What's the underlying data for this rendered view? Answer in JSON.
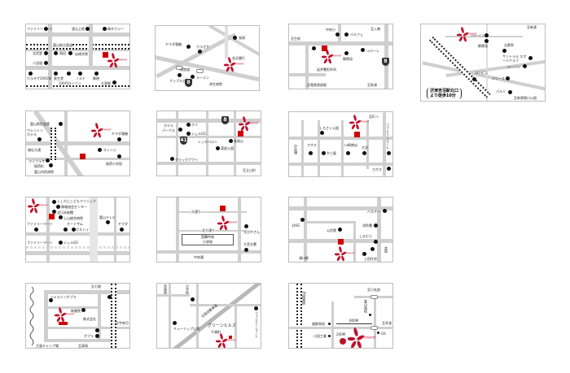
{
  "logo_text": "Sweet",
  "colors": {
    "accent": "#c0102a",
    "road": "#cfcfcf",
    "marker": "#d00000"
  },
  "maps": [
    {
      "labels": [
        "ファミリーマート",
        "酒元土地",
        "梅タクシー",
        "富山地方鉄道",
        "北西堂",
        "高田",
        "仙崎学院",
        "八田道",
        "カラオケ2001年",
        "鉄生堂",
        "100円ローソン",
        "ノルド",
        "郵便",
        "大泉駅"
      ]
    },
    {
      "labels": [
        "ヤマダ電機",
        "カラオケ",
        "北陸道",
        "金沢銀行",
        "アップルヒル",
        "ラーメン",
        "済生病院",
        "長岡"
      ],
      "shield": "8"
    },
    {
      "labels": [
        "中央小",
        "パルフェ",
        "至入善",
        "至生地",
        "郵便局",
        "コラーレ",
        "岩井整形外科",
        "至電鉄黒部駅",
        "至魚津"
      ],
      "shield": "8"
    },
    {
      "labels": [
        "ローソン",
        "郵便局",
        "吉野家",
        "サントラル スポーツクラブ",
        "ローソン",
        "デニーズ",
        "コンビニ",
        "パルミ",
        "至新湊",
        "至新港東口公園"
      ],
      "note": [
        "沢津吉沼駅北口",
        "より徒歩10分"
      ]
    },
    {
      "labels": [
        "富山県民会館",
        "ワシントンホテル",
        "城址大通",
        "ヤマダ電機",
        "オレンジ",
        "稲荷小学校",
        "マイプラザ",
        "稲荷町",
        "富山市民病院"
      ]
    },
    {
      "labels": [
        "ホテル",
        "パークス",
        "ホリ",
        "シェルGS",
        "レッドバロン",
        "長岡山",
        "東部公園",
        "グラッグナワイ",
        "至立山町"
      ],
      "shields": [
        "8",
        "41"
      ]
    },
    {
      "labels": [
        "しろさく公園",
        "中央通",
        "アオキ",
        "かじ屋",
        "川崎商店",
        "大沢",
        "ファミリーマート",
        "カボス",
        "至ICへ"
      ]
    },
    {
      "labels": [
        "くしたにこどもクリニック",
        "情報協会センター",
        "北日本新聞",
        "上山総合病院",
        "ファミリーマート",
        "オートザム",
        "ガストゥ",
        "シェルGS",
        "ファミリーマート",
        "富山テレビ",
        "ヤマダ"
      ]
    },
    {
      "labels": [
        "大通り",
        "えびやさん",
        "北大通り",
        "西陣中央",
        "小学校",
        "大宮交番",
        "中央通"
      ]
    },
    {
      "labels": [
        "バスチー",
        "JASS",
        "公民館",
        "消防署",
        "しまむら",
        "上田住宅",
        "本屋",
        "浦川駅"
      ]
    },
    {
      "labels": [
        "至七尾",
        "ジャスミンポプラ",
        "新善院",
        "株式会社",
        "ポプラ",
        "大島キャンプ場",
        "至宇奈月",
        "至高岡"
      ]
    },
    {
      "labels": [
        "至高岡",
        "小学校",
        "グリーンヒルズ",
        "千歳町",
        "ファミリーマート",
        "チューリップ公園",
        "北陸自動車道"
      ]
    },
    {
      "labels": [
        "至小矢部",
        "富山高校",
        "福野高校",
        "600M",
        "至井波",
        "GS",
        "川田工業",
        "200M",
        "JR城端線"
      ]
    }
  ]
}
